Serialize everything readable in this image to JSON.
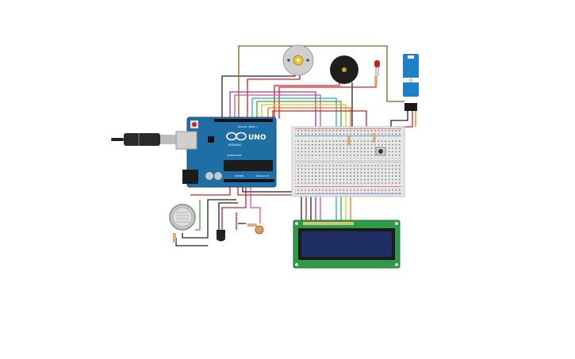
{
  "arduino": {
    "brand": "UNO",
    "subtitle": "ARDUINO",
    "digital_label": "DIGITAL (PWM~)",
    "power_label": "POWER",
    "analog_label": "ANALOG IN",
    "chip_label": "ATMEGA328P"
  },
  "components": {
    "dc_motor": "dc-motor",
    "buzzer": "piezo-buzzer",
    "led": "red-led",
    "servo": "micro-servo",
    "breadboard": "breadboard",
    "lcd": "lcd-16x2",
    "gas_sensor": "gas-sensor",
    "temp_sensor": "temperature-sensor",
    "photoresistor": "photoresistor",
    "pushbutton": "pushbutton",
    "usb_cable": "usb-cable"
  },
  "colors": {
    "arduino_board": "#1f6fa6",
    "lcd_pcb": "#2f9a48",
    "lcd_screen": "#1f2f63",
    "breadboard": "#e6e6e6",
    "servo": "#1f7fc7",
    "wire_red": "#d62020",
    "wire_black": "#222222",
    "wire_brown": "#8a5a2b",
    "wire_purple": "#a23aa8",
    "wire_yellow": "#e2c21c",
    "wire_green": "#3aa83a",
    "wire_orange": "#e67a1a",
    "wire_cyan": "#2aa8c8",
    "wire_pink": "#e0508f"
  }
}
